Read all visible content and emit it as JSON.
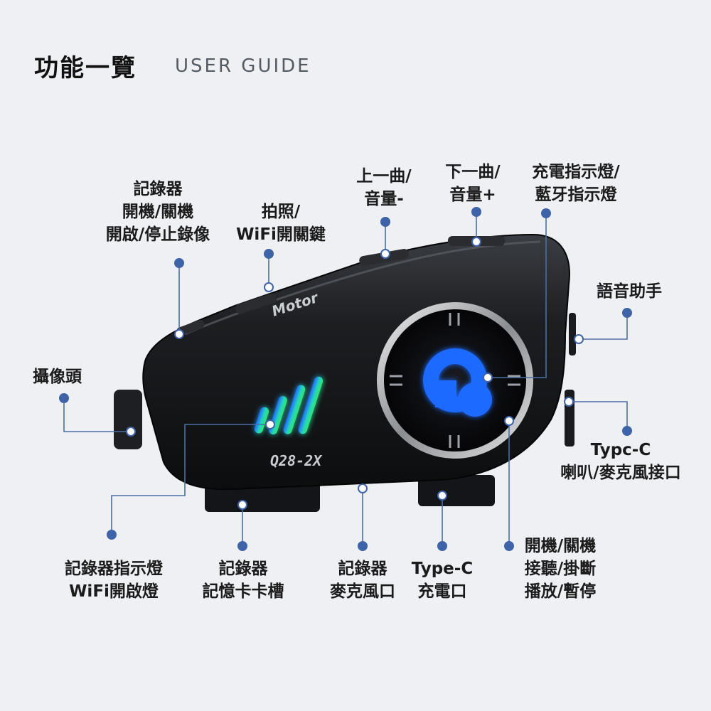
{
  "header": {
    "title": "功能一覽",
    "subtitle": "USER GUIDE"
  },
  "device": {
    "brand": "Motor",
    "model": "Q28-2X"
  },
  "colors": {
    "background": "#eef0f3",
    "callout_line": "#4a6fa5",
    "callout_dot": "#3f63a8",
    "accent_blue": "#1f6bff",
    "accent_green": "#2ee86a"
  },
  "labels": {
    "recorder_power": [
      "記錄器",
      "開機/關機",
      "開啟/停止錄像"
    ],
    "photo_wifi": [
      "拍照/",
      "WiFi開關鍵"
    ],
    "prev_track": [
      "上一曲/",
      "音量-"
    ],
    "next_track": [
      "下一曲/",
      "音量+"
    ],
    "charge_indicator": [
      "充電指示燈/",
      "藍牙指示燈"
    ],
    "voice_assistant": [
      "語音助手"
    ],
    "camera": [
      "攝像頭"
    ],
    "typec_audio": [
      "Typc-C",
      "喇叭/麥克風接口"
    ],
    "recorder_indicator": [
      "記錄器指示燈",
      "WiFi開啟燈"
    ],
    "memory_slot": [
      "記錄器",
      "記憶卡卡槽"
    ],
    "recorder_mic": [
      "記錄器",
      "麥克風口"
    ],
    "typec_charge": [
      "Type-C",
      "充電口"
    ],
    "power_control": [
      "開機/關機",
      "接聽/掛斷",
      "播放/暫停"
    ]
  }
}
